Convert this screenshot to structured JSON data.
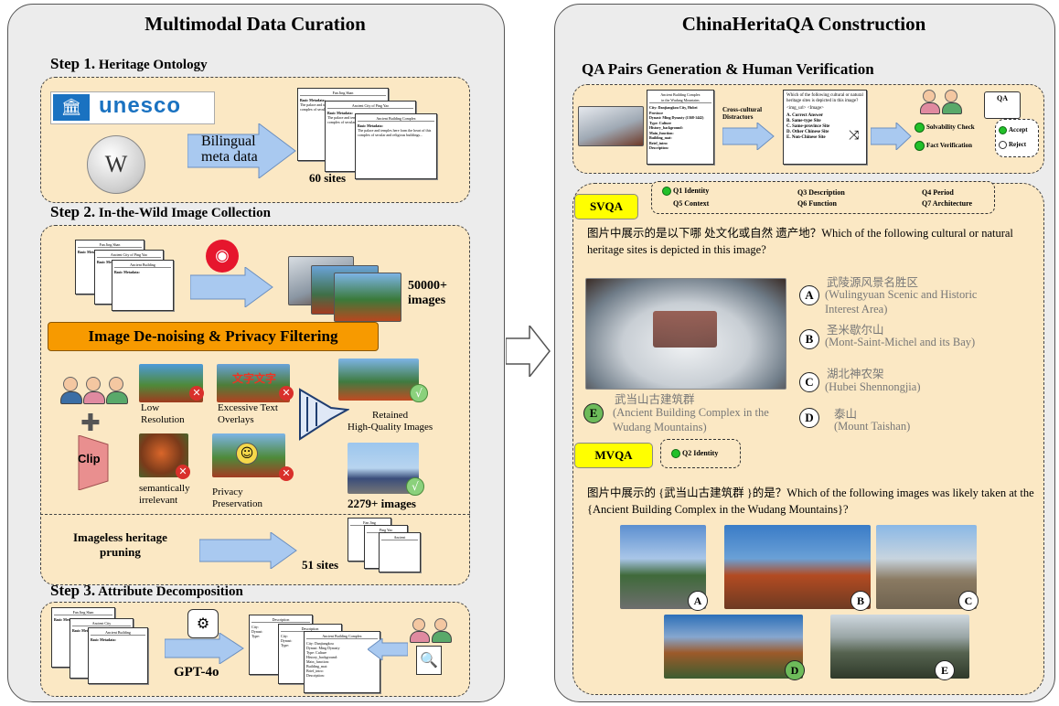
{
  "left": {
    "title": "Multimodal Data Curation",
    "step1": {
      "num": "Step 1.",
      "name": "Heritage Ontology",
      "unesco": "unesco",
      "arrow_label": "Bilingual\nmeta data",
      "sites": "60 sites"
    },
    "step2": {
      "num": "Step 2.",
      "name": "In-the-Wild Image Collection",
      "images": "50000+\nimages",
      "filter_title": "Image De-noising & Privacy Filtering",
      "low_res": "Low\nResolution",
      "text_overlay": "Excessive Text\nOverlays",
      "irrelevant": "semantically\nirrelevant",
      "privacy": "Privacy\nPreservation",
      "retained": "Retained\nHigh-Quality Images",
      "retained_count": "2279+ images",
      "clip": "Clip",
      "pruning": "Imageless heritage\npruning",
      "pruned_sites": "51 sites"
    },
    "step3": {
      "num": "Step 3.",
      "name": "Attribute Decomposition",
      "model": "GPT-4o"
    },
    "doc_title": "Basic Metadata:",
    "doc_body": "The palace and temples here form the heart of this complex of secular and religious buildings..."
  },
  "right": {
    "title": "ChinaHeritaQA Construction",
    "qa_title": "QA Pairs Generation & Human Verification",
    "distractors": "Cross-cultural\nDistractors",
    "question_card": {
      "q": "Which of the following cultural or natural heritage sites is depicted in this image?",
      "img_tag": "<img_url> <Image>",
      "options": [
        "A. Correct Answer",
        "B. Same-type Site",
        "C. Same-province Site",
        "D. Other Chinese Site",
        "E. Non-Chinese Site"
      ]
    },
    "checks": [
      "Solvability Check",
      "Fact Verification"
    ],
    "accept": "Accept",
    "reject": "Reject",
    "qa_badge": "QA",
    "svqa": {
      "label": "SVQA",
      "types": [
        "Q1 Identity",
        "Q3 Description",
        "Q4 Period",
        "Q5 Context",
        "Q6 Function",
        "Q7 Architecture"
      ],
      "question": "图片中展示的是以下哪 处文化或自然 遗产地？Which of the following cultural or natural heritage sites is depicted in this image?",
      "options": [
        {
          "letter": "A",
          "zh": "武陵源风景名胜区",
          "en": "(Wulingyuan Scenic and Historic Interest Area)"
        },
        {
          "letter": "B",
          "zh": "圣米歇尔山",
          "en": "(Mont-Saint-Michel and its Bay)"
        },
        {
          "letter": "C",
          "zh": "湖北神农架",
          "en": "(Hubei Shennongjia)"
        },
        {
          "letter": "D",
          "zh": "泰山",
          "en": "(Mount Taishan)"
        },
        {
          "letter": "E",
          "zh": "武当山古建筑群",
          "en": "(Ancient Building Complex in the Wudang Mountains)"
        }
      ]
    },
    "mvqa": {
      "label": "MVQA",
      "types": [
        "Q2 Identity"
      ],
      "question": "图片中展示的 {武当山古建筑群 }的是？Which of the following images was likely taken at the {Ancient Building Complex in the Wudang Mountains}?",
      "letters": [
        "A",
        "B",
        "C",
        "D",
        "E"
      ]
    },
    "card1": {
      "title": "Ancient Building Complex\nin the Wudang Mountains",
      "fields": [
        "City: Danjiangkou City, Hubei Province",
        "Dynast: Ming Dynasty (1368-1442)",
        "Type: Culture",
        "History_background:",
        "Main_function:",
        "Building_mat:",
        "Brief_intro:",
        "Description:"
      ]
    }
  },
  "colors": {
    "panel": "#ececec",
    "box": "#fbe8c4",
    "arrow": "#a9c9f0",
    "orange": "#f79a00",
    "accent_green": "#22c02a",
    "yellow": "#ffff00",
    "red_x": "#d9302b"
  }
}
